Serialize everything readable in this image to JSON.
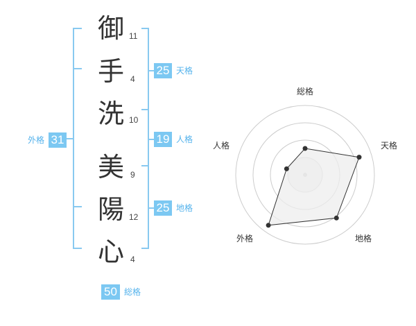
{
  "name": {
    "characters": [
      {
        "char": "御",
        "strokes": "11"
      },
      {
        "char": "手",
        "strokes": "4"
      },
      {
        "char": "洗",
        "strokes": "10"
      },
      {
        "char": "美",
        "strokes": "9"
      },
      {
        "char": "陽",
        "strokes": "12"
      },
      {
        "char": "心",
        "strokes": "4"
      }
    ]
  },
  "scores": {
    "tenkaku": {
      "value": "25",
      "label": "天格"
    },
    "jinkaku": {
      "value": "19",
      "label": "人格"
    },
    "chikaku": {
      "value": "25",
      "label": "地格"
    },
    "gaikaku": {
      "value": "31",
      "label": "外格"
    },
    "soukaku": {
      "value": "50",
      "label": "総格"
    }
  },
  "radar": {
    "axes": [
      "総格",
      "天格",
      "地格",
      "外格",
      "人格"
    ],
    "values": [
      0.38,
      0.82,
      0.77,
      0.9,
      0.28
    ],
    "line_color": "#333333",
    "fill_color": "#eeeeee"
  },
  "colors": {
    "accent": "#7cc8f2",
    "bracket": "#88c9f0",
    "label": "#55b3ec"
  }
}
